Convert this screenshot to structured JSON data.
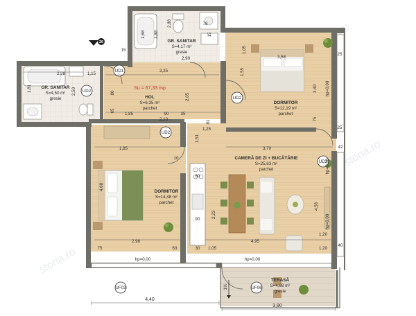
{
  "plan_total": "Su = 67,33 mp",
  "orientation_badge": "26",
  "rooms": {
    "bath_top": {
      "name": "GR. SANITAR",
      "area": "S=4,17 m²",
      "floor": "gresie"
    },
    "bath_left": {
      "name": "GR. SANITAR",
      "area": "S=4,50 m²",
      "floor": "gresie"
    },
    "hol": {
      "name": "HOL",
      "area": "S=6,35 m²",
      "floor": "parchet"
    },
    "bed_right": {
      "name": "DORMITOR",
      "area": "S=12,19 m²",
      "floor": "parchet"
    },
    "bed_left": {
      "name": "DORMITOR",
      "area": "S=14,48 m²",
      "floor": "parchet"
    },
    "living": {
      "name": "CAMERĂ DE ZI + BUCĂTĂRIE",
      "area": "S=25,63 m²",
      "floor": "parchet"
    },
    "terrace": {
      "name": "TERASĂ",
      "area": "S=4,68 m²",
      "floor": "gresie"
    }
  },
  "door_codes": {
    "ud01": "UD1",
    "ud02a": "UD2",
    "ud02b": "UD2",
    "ud02c": "UD2",
    "ud02d": "UD2"
  },
  "window_codes": {
    "uf03": "UF03",
    "uf06": "UF06"
  },
  "sill_labels": {
    "s1": "hp=0,00",
    "s2": "hp=0,00",
    "s3": "hp=0,00",
    "s4": "hp=0,00",
    "s5": "hp=0,00"
  },
  "slope": "1%",
  "dims": {
    "d_288": "2,88",
    "d_168": "1,68",
    "d_188": "1,88",
    "d_78": "78",
    "d_290": "2,90",
    "d_15a": "15",
    "d_358": "3,58",
    "d_238": "2,38",
    "d_115": "1,15",
    "d_181": "1,81",
    "d_250": "2,50",
    "d_325": "3,25",
    "d_15b": "15",
    "d_185a": "1,85",
    "d_90a": "90",
    "d_35": "35",
    "d_210": "2,10",
    "d_80": "80",
    "d_65a": "65",
    "d_205": "2,05",
    "d_81": "81",
    "d_155": "1,55",
    "d_340": "3,40",
    "d_105a": "1,05",
    "d_75a": "75",
    "d_185b": "1,85",
    "d_10": "10",
    "d_125": "1,25",
    "d_370": "3,70",
    "d_151": "1,51",
    "d_458": "4,58",
    "d_468": "4,68",
    "d_60": "60",
    "d_90b": "90",
    "d_223": "2,23",
    "d_298": "2,98",
    "d_63": "63",
    "d_495": "4,95",
    "d_75b": "75",
    "d_30": "30",
    "d_105b": "1,05",
    "d_120a": "1,20",
    "d_120b": "1,20",
    "d_440": "4,40",
    "d_390": "3,90",
    "d_25a": "25",
    "d_25b": "25",
    "d_42": "42",
    "d_40": "40"
  },
  "watermark": "storia.ro"
}
